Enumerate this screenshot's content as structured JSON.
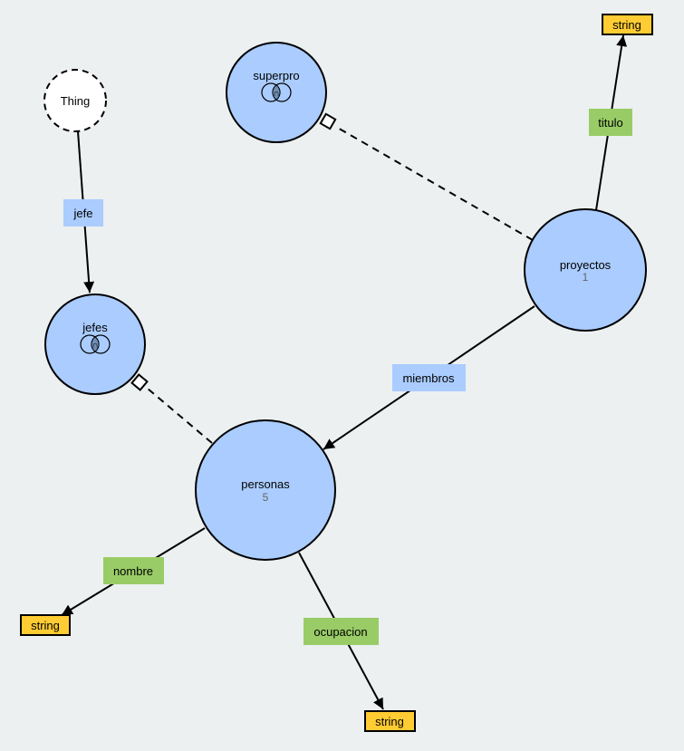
{
  "colors": {
    "background": "#ecf0f1",
    "class_fill": "#aaccff",
    "thing_fill": "#ffffff",
    "object_property_label": "#aaccff",
    "datatype_property_label": "#99cc66",
    "datatype_fill": "#ffcc33",
    "stroke": "#000000",
    "instance_count_text": "#666666"
  },
  "nodes": {
    "thing": {
      "label": "Thing",
      "style": "dashed-external"
    },
    "superpro": {
      "label": "superpro",
      "symbol": "∩",
      "symbol_kind": "intersection-icon"
    },
    "jefes": {
      "label": "jefes",
      "symbol": "∩",
      "symbol_kind": "intersection-icon"
    },
    "proyectos": {
      "label": "proyectos",
      "count": "1"
    },
    "personas": {
      "label": "personas",
      "count": "5"
    },
    "string_titulo": {
      "label": "string"
    },
    "string_nombre": {
      "label": "string"
    },
    "string_ocupacion": {
      "label": "string"
    }
  },
  "edges": {
    "jefe": {
      "label": "jefe",
      "kind": "object-property"
    },
    "miembros": {
      "label": "miembros",
      "kind": "object-property"
    },
    "titulo": {
      "label": "titulo",
      "kind": "datatype-property"
    },
    "nombre": {
      "label": "nombre",
      "kind": "datatype-property"
    },
    "ocupacion": {
      "label": "ocupacion",
      "kind": "datatype-property"
    },
    "proyectos_superpro": {
      "label": "",
      "kind": "subclass-of"
    },
    "personas_jefes": {
      "label": "",
      "kind": "subclass-of"
    }
  }
}
